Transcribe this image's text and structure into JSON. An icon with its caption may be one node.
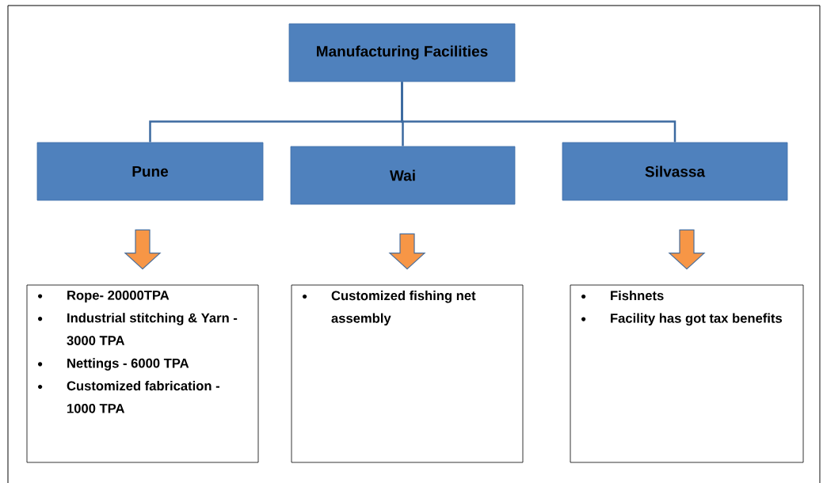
{
  "diagram": {
    "nodes": [
      {
        "text": [
          "Manufacturing Facilities"
        ]
      },
      {
        "text": [
          "Pune"
        ]
      },
      {
        "text": [
          "Wai"
        ]
      },
      {
        "text": [
          "Silvassa"
        ]
      },
      {
        "text": [
          "Rope- 20000TPA",
          "Industrial stitching & Yarn - 3000 TPA",
          "Nettings - 6000 TPA",
          "Customized fabrication - 1000 TPA"
        ]
      },
      {
        "text": [
          "Customized fishing net assembly"
        ]
      },
      {
        "text": [
          "Fishnets",
          "Facility has got tax benefits"
        ]
      }
    ],
    "edges": [
      {
        "from": 0,
        "to": 1,
        "arrow": "none"
      },
      {
        "from": 0,
        "to": 2,
        "arrow": "none"
      },
      {
        "from": 0,
        "to": 3,
        "arrow": "none"
      },
      {
        "from": 1,
        "to": 4,
        "arrow": "to"
      },
      {
        "from": 2,
        "to": 5,
        "arrow": "to"
      },
      {
        "from": 3,
        "to": 6,
        "arrow": "to"
      }
    ]
  }
}
